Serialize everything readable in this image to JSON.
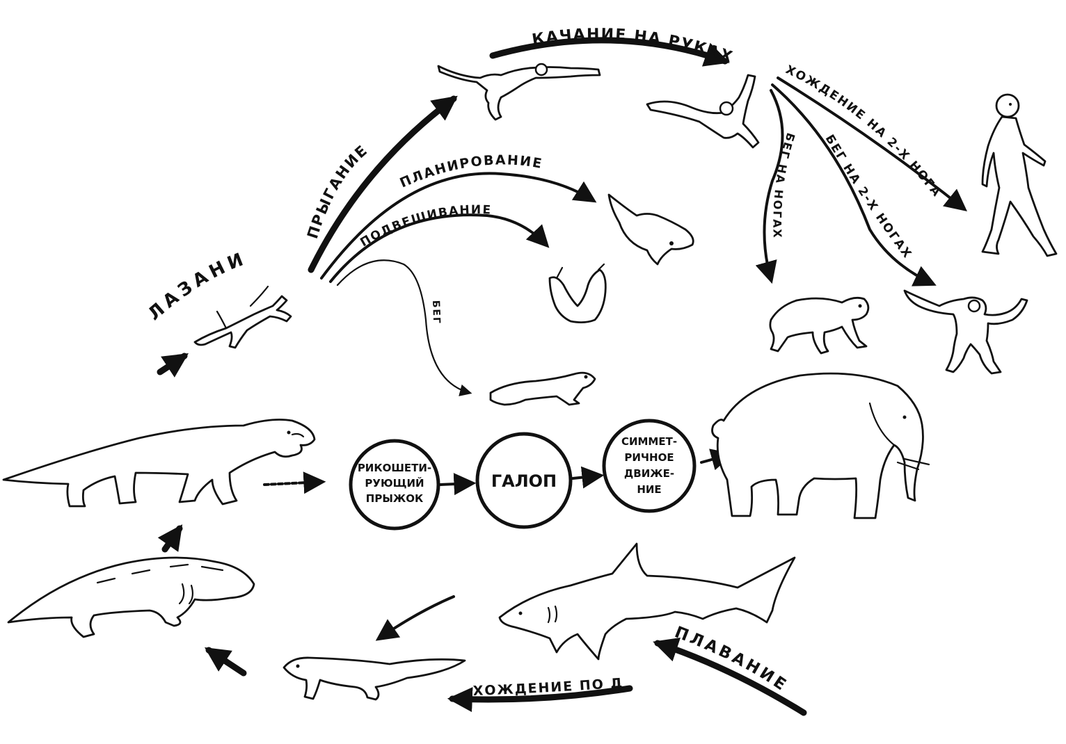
{
  "labels": {
    "kachanie": "КАЧАНИЕ НА РУКАХ",
    "khozhdenie_2": "ХОЖДЕНИЕ НА 2-Х НОГАХ",
    "beg_2": "БЕГ НА 2-Х НОГАХ",
    "beg_4": "БЕГ НА НОГАХ",
    "prygan": "ПРЫГАНИЕ",
    "planir": "ПЛАНИРОВАНИЕ",
    "podvesh": "ПОДВЕШИВАНИЕ",
    "beg": "БЕГ",
    "lazanie": "ЛАЗАНИЕ",
    "plavanie": "ПЛАВАНИЕ",
    "khozhdenie_dno": "ХОЖДЕНИЕ ПО ДНУ"
  },
  "circles": [
    {
      "lines": [
        "РИКОШЕТИ-",
        "РУЮЩИЙ",
        "ПРЫЖОК"
      ]
    },
    {
      "lines": [
        "ГАЛОП"
      ]
    },
    {
      "lines": [
        "СИММЕТ-",
        "РИЧНОЕ",
        "ДВИЖЕ-",
        "НИЕ"
      ]
    }
  ]
}
